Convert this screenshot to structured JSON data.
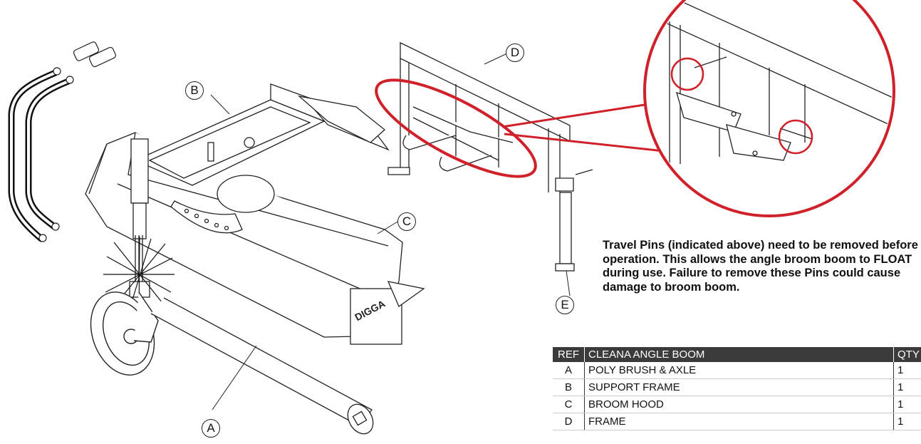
{
  "callouts": {
    "a": "A",
    "b": "B",
    "c": "C",
    "d": "D",
    "e": "E"
  },
  "note": "Travel Pins (indicated above) need to be removed before operation. This allows the angle broom boom to FLOAT during use. Failure to remove these Pins could cause damage to broom boom.",
  "stamp_text": "DIGGA",
  "table": {
    "headers": {
      "ref": "REF",
      "desc": "CLEANA  ANGLE BOOM",
      "qty": "QTY"
    },
    "rows": [
      {
        "ref": "A",
        "desc": "POLY BRUSH & AXLE",
        "qty": "1"
      },
      {
        "ref": "B",
        "desc": "SUPPORT FRAME",
        "qty": "1"
      },
      {
        "ref": "C",
        "desc": "BROOM HOOD",
        "qty": "1"
      },
      {
        "ref": "D",
        "desc": "FRAME",
        "qty": "1"
      }
    ]
  },
  "colors": {
    "highlight": "#d0202a",
    "header_bg": "#3b3b3b",
    "line": "#222222"
  }
}
